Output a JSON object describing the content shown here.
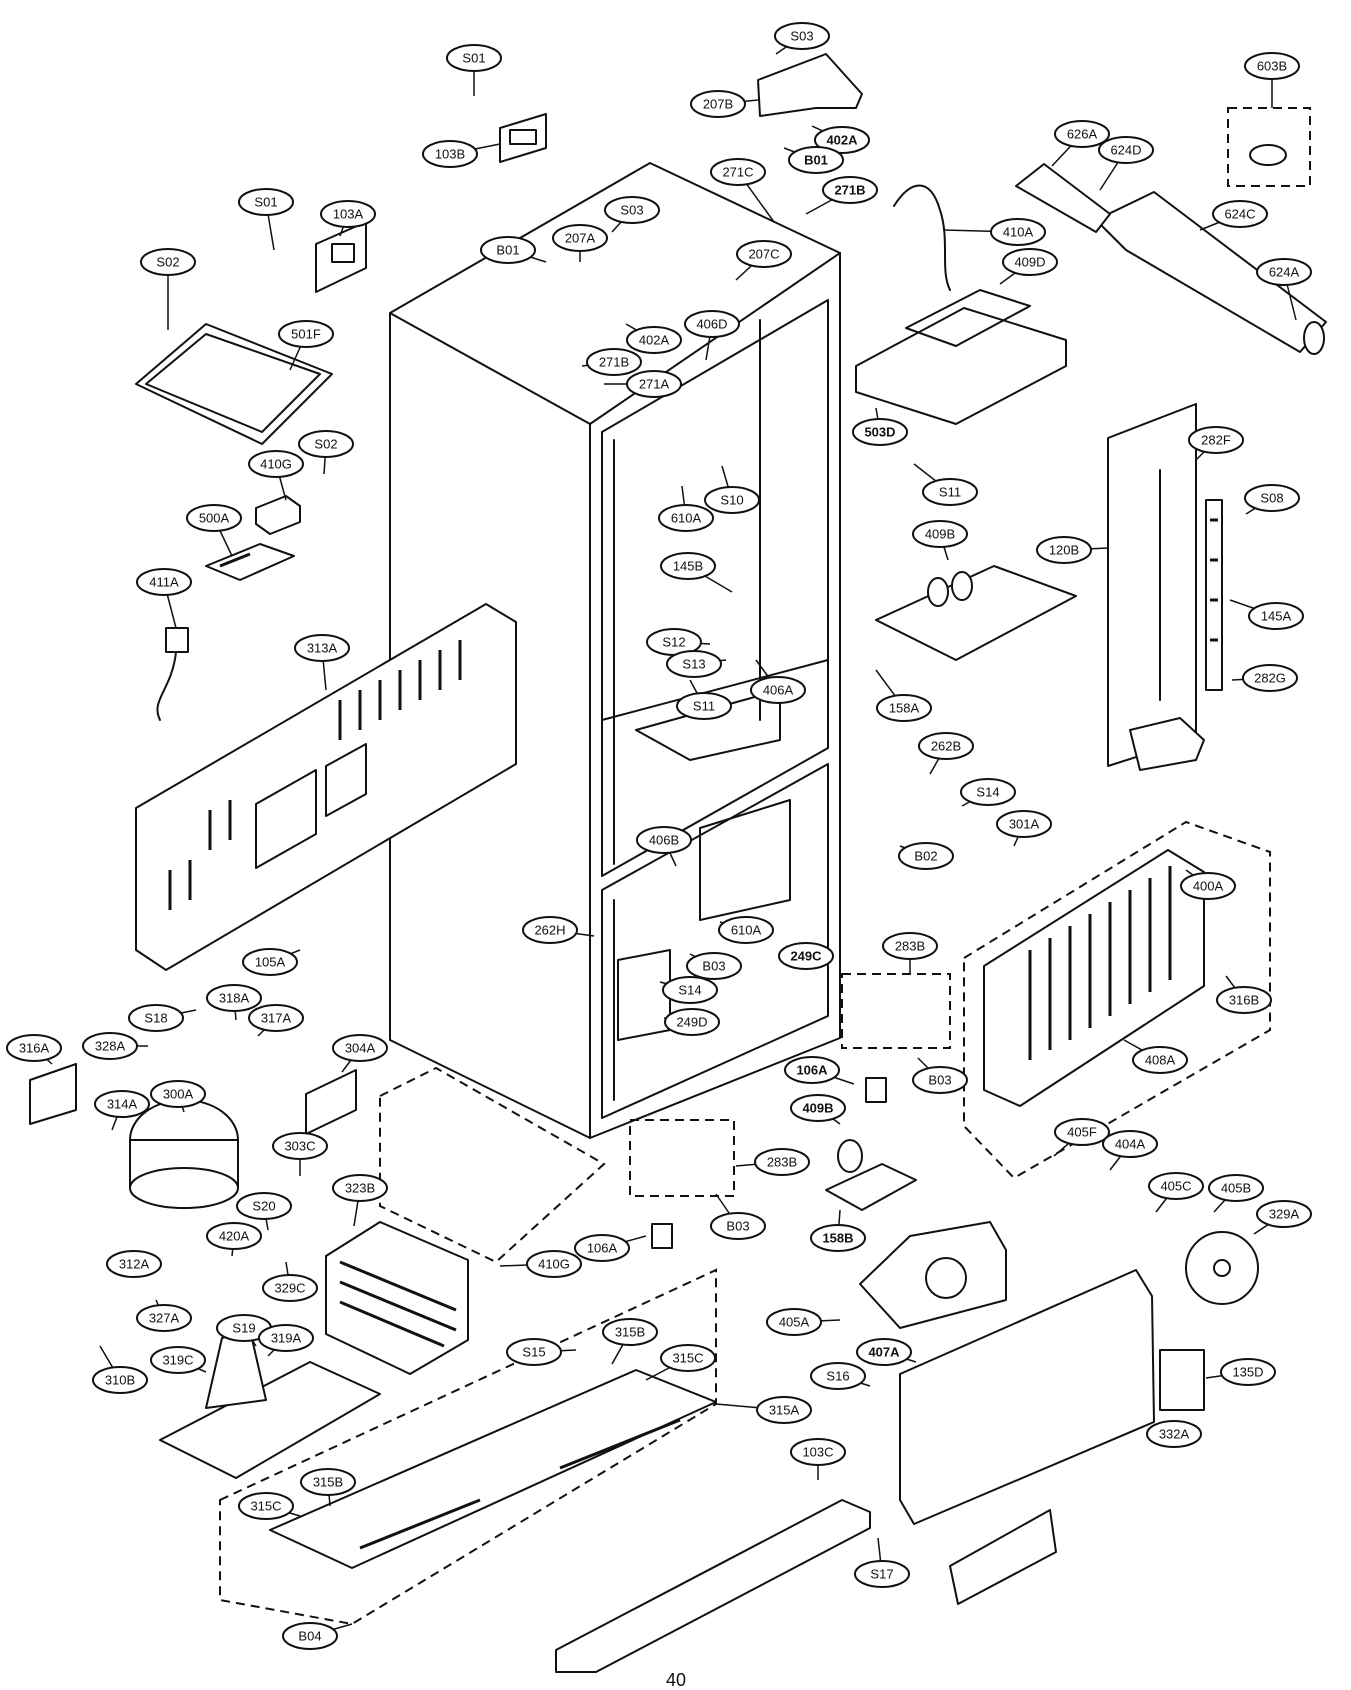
{
  "page_number": "40",
  "callouts": [
    {
      "id": "c1",
      "label": "S01",
      "bold": false
    },
    {
      "id": "c2",
      "label": "S03",
      "bold": false
    },
    {
      "id": "c3",
      "label": "603B",
      "bold": false
    },
    {
      "id": "c4",
      "label": "207B",
      "bold": false
    },
    {
      "id": "c5",
      "label": "402A",
      "bold": true
    },
    {
      "id": "c6",
      "label": "103B",
      "bold": false
    },
    {
      "id": "c7",
      "label": "B01",
      "bold": true
    },
    {
      "id": "c8",
      "label": "626A",
      "bold": false
    },
    {
      "id": "c9",
      "label": "624D",
      "bold": false
    },
    {
      "id": "c10",
      "label": "271C",
      "bold": false
    },
    {
      "id": "c11",
      "label": "271B",
      "bold": true
    },
    {
      "id": "c12",
      "label": "S01",
      "bold": false
    },
    {
      "id": "c13",
      "label": "103A",
      "bold": false
    },
    {
      "id": "c14",
      "label": "S03",
      "bold": false
    },
    {
      "id": "c15",
      "label": "410A",
      "bold": false
    },
    {
      "id": "c16",
      "label": "624C",
      "bold": false
    },
    {
      "id": "c17",
      "label": "207A",
      "bold": false
    },
    {
      "id": "c18",
      "label": "207C",
      "bold": false
    },
    {
      "id": "c19",
      "label": "409D",
      "bold": false
    },
    {
      "id": "c20",
      "label": "S02",
      "bold": false
    },
    {
      "id": "c21",
      "label": "B01",
      "bold": false
    },
    {
      "id": "c22",
      "label": "624A",
      "bold": false
    },
    {
      "id": "c23",
      "label": "501F",
      "bold": false
    },
    {
      "id": "c24",
      "label": "406D",
      "bold": false
    },
    {
      "id": "c25",
      "label": "402A",
      "bold": false
    },
    {
      "id": "c26",
      "label": "271B",
      "bold": false
    },
    {
      "id": "c27",
      "label": "271A",
      "bold": false
    },
    {
      "id": "c28",
      "label": "503D",
      "bold": true
    },
    {
      "id": "c29",
      "label": "S02",
      "bold": false
    },
    {
      "id": "c30",
      "label": "410G",
      "bold": false
    },
    {
      "id": "c31",
      "label": "282F",
      "bold": false
    },
    {
      "id": "c32",
      "label": "S11",
      "bold": false
    },
    {
      "id": "c33",
      "label": "610A",
      "bold": false
    },
    {
      "id": "c34",
      "label": "S10",
      "bold": false
    },
    {
      "id": "c35",
      "label": "S08",
      "bold": false
    },
    {
      "id": "c36",
      "label": "500A",
      "bold": false
    },
    {
      "id": "c37",
      "label": "409B",
      "bold": false
    },
    {
      "id": "c38",
      "label": "120B",
      "bold": false
    },
    {
      "id": "c39",
      "label": "145B",
      "bold": false
    },
    {
      "id": "c40",
      "label": "411A",
      "bold": false
    },
    {
      "id": "c41",
      "label": "145A",
      "bold": false
    },
    {
      "id": "c42",
      "label": "313A",
      "bold": false
    },
    {
      "id": "c43",
      "label": "S12",
      "bold": false
    },
    {
      "id": "c44",
      "label": "S13",
      "bold": false
    },
    {
      "id": "c45",
      "label": "406A",
      "bold": false
    },
    {
      "id": "c46",
      "label": "282G",
      "bold": false
    },
    {
      "id": "c47",
      "label": "158A",
      "bold": false
    },
    {
      "id": "c48",
      "label": "S11",
      "bold": false
    },
    {
      "id": "c49",
      "label": "262B",
      "bold": false
    },
    {
      "id": "c50",
      "label": "S14",
      "bold": false
    },
    {
      "id": "c51",
      "label": "301A",
      "bold": false
    },
    {
      "id": "c52",
      "label": "406B",
      "bold": false
    },
    {
      "id": "c53",
      "label": "B02",
      "bold": false
    },
    {
      "id": "c54",
      "label": "400A",
      "bold": false
    },
    {
      "id": "c55",
      "label": "262H",
      "bold": false
    },
    {
      "id": "c56",
      "label": "610A",
      "bold": false
    },
    {
      "id": "c57",
      "label": "B03",
      "bold": false
    },
    {
      "id": "c58",
      "label": "249C",
      "bold": true
    },
    {
      "id": "c59",
      "label": "105A",
      "bold": false
    },
    {
      "id": "c60",
      "label": "283B",
      "bold": false
    },
    {
      "id": "c61",
      "label": "316B",
      "bold": false
    },
    {
      "id": "c62",
      "label": "S14",
      "bold": false
    },
    {
      "id": "c63",
      "label": "318A",
      "bold": false
    },
    {
      "id": "c64",
      "label": "S18",
      "bold": false
    },
    {
      "id": "c65",
      "label": "317A",
      "bold": false
    },
    {
      "id": "c66",
      "label": "249D",
      "bold": false
    },
    {
      "id": "c67",
      "label": "316A",
      "bold": false
    },
    {
      "id": "c68",
      "label": "328A",
      "bold": false
    },
    {
      "id": "c69",
      "label": "304A",
      "bold": false
    },
    {
      "id": "c70",
      "label": "408A",
      "bold": false
    },
    {
      "id": "c71",
      "label": "B03",
      "bold": false
    },
    {
      "id": "c72",
      "label": "300A",
      "bold": false
    },
    {
      "id": "c73",
      "label": "106A",
      "bold": true
    },
    {
      "id": "c74",
      "label": "314A",
      "bold": false
    },
    {
      "id": "c75",
      "label": "405F",
      "bold": false
    },
    {
      "id": "c76",
      "label": "409B",
      "bold": true
    },
    {
      "id": "c77",
      "label": "404A",
      "bold": false
    },
    {
      "id": "c78",
      "label": "283B",
      "bold": false
    },
    {
      "id": "c79",
      "label": "303C",
      "bold": false
    },
    {
      "id": "c80",
      "label": "405C",
      "bold": false
    },
    {
      "id": "c81",
      "label": "405B",
      "bold": false
    },
    {
      "id": "c82",
      "label": "323B",
      "bold": false
    },
    {
      "id": "c83",
      "label": "S20",
      "bold": false
    },
    {
      "id": "c84",
      "label": "B03",
      "bold": false
    },
    {
      "id": "c85",
      "label": "158B",
      "bold": true
    },
    {
      "id": "c86",
      "label": "329A",
      "bold": false
    },
    {
      "id": "c87",
      "label": "420A",
      "bold": false
    },
    {
      "id": "c88",
      "label": "106A",
      "bold": false
    },
    {
      "id": "c89",
      "label": "312A",
      "bold": false
    },
    {
      "id": "c90",
      "label": "329C",
      "bold": false
    },
    {
      "id": "c91",
      "label": "410G",
      "bold": false
    },
    {
      "id": "c92",
      "label": "327A",
      "bold": false
    },
    {
      "id": "c93",
      "label": "405A",
      "bold": false
    },
    {
      "id": "c94",
      "label": "S19",
      "bold": false
    },
    {
      "id": "c95",
      "label": "315B",
      "bold": false
    },
    {
      "id": "c96",
      "label": "319A",
      "bold": false
    },
    {
      "id": "c97",
      "label": "S15",
      "bold": false
    },
    {
      "id": "c98",
      "label": "315C",
      "bold": false
    },
    {
      "id": "c99",
      "label": "407A",
      "bold": true
    },
    {
      "id": "c100",
      "label": "310B",
      "bold": false
    },
    {
      "id": "c101",
      "label": "319C",
      "bold": false
    },
    {
      "id": "c102",
      "label": "135D",
      "bold": false
    },
    {
      "id": "c103",
      "label": "S16",
      "bold": false
    },
    {
      "id": "c104",
      "label": "315A",
      "bold": false
    },
    {
      "id": "c105",
      "label": "103C",
      "bold": false
    },
    {
      "id": "c106",
      "label": "332A",
      "bold": false
    },
    {
      "id": "c107",
      "label": "315B",
      "bold": false
    },
    {
      "id": "c108",
      "label": "315C",
      "bold": false
    },
    {
      "id": "c109",
      "label": "S17",
      "bold": false
    },
    {
      "id": "c110",
      "label": "B04",
      "bold": false
    }
  ]
}
